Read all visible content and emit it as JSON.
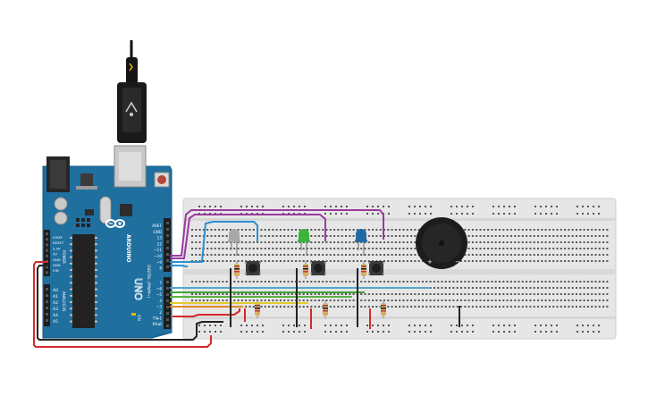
{
  "board": {
    "brand": "ARDUINO",
    "model": "UNO",
    "on_label": "ON",
    "reset_label": "RESET",
    "ioref_label": "IOREF",
    "power_pins": [
      "IOREF",
      "RESET",
      "3.3V",
      "5V",
      "GND",
      "GND",
      "VIN"
    ],
    "power_header": "POWER",
    "analog_pins": [
      "A0",
      "A1",
      "A2",
      "A3",
      "A4",
      "A5"
    ],
    "analog_header": "ANALOG IN",
    "top_pins": [
      "AREF",
      "GND",
      "13",
      "12",
      "~11",
      "~10",
      "~9",
      "8"
    ],
    "bottom_pins": [
      "7",
      "~6",
      "~5",
      "4",
      "~3",
      "2",
      "TX▸1",
      "RX◂0"
    ],
    "digital_header": "DIGITAL (PWM~)",
    "tx_label": "TX",
    "rx_label": "RX",
    "l_label": "L"
  },
  "buzzer": {
    "plus": "+",
    "minus": "−"
  },
  "colors": {
    "board_blue": "#1f6f9f",
    "breadboard": "#e4e4e4",
    "wire_purple": "#9b3a9e",
    "wire_blue": "#2b8fd1",
    "wire_green": "#3fa535",
    "wire_yellow": "#e5c92c",
    "wire_orange": "#e08a2c",
    "wire_red": "#d62828",
    "wire_black": "#222222",
    "led_gray": "#a8a8a8",
    "led_green": "#3cb43c",
    "led_blue": "#1f6aa5"
  }
}
